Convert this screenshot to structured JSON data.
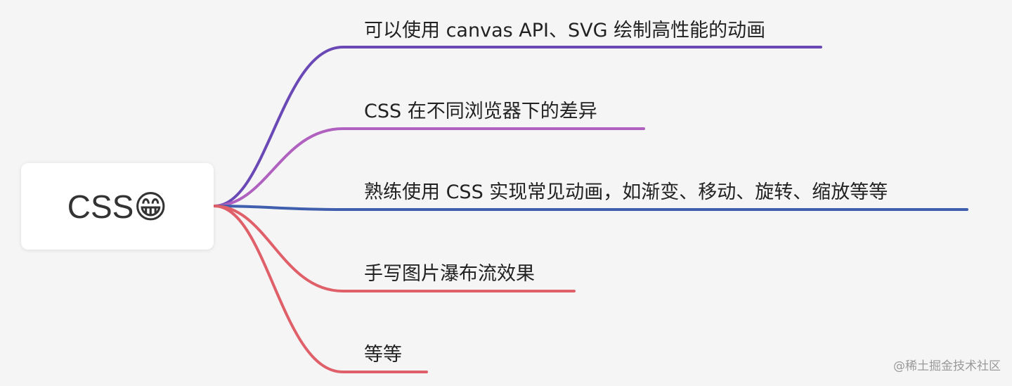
{
  "root": {
    "label": "CSS😁"
  },
  "branches": [
    {
      "label": "可以使用 canvas API、SVG 绘制高性能的动画",
      "color": "#6a49b6"
    },
    {
      "label": "CSS 在不同浏览器下的差异",
      "color": "#b061bf"
    },
    {
      "label": "熟练使用 CSS 实现常见动画，如渐变、移动、旋转、缩放等等",
      "color": "#3f5fae"
    },
    {
      "label": "手写图片瀑布流效果",
      "color": "#e0606a"
    },
    {
      "label": "等等",
      "color": "#e0606a"
    }
  ],
  "watermark": "@稀土掘金技术社区"
}
